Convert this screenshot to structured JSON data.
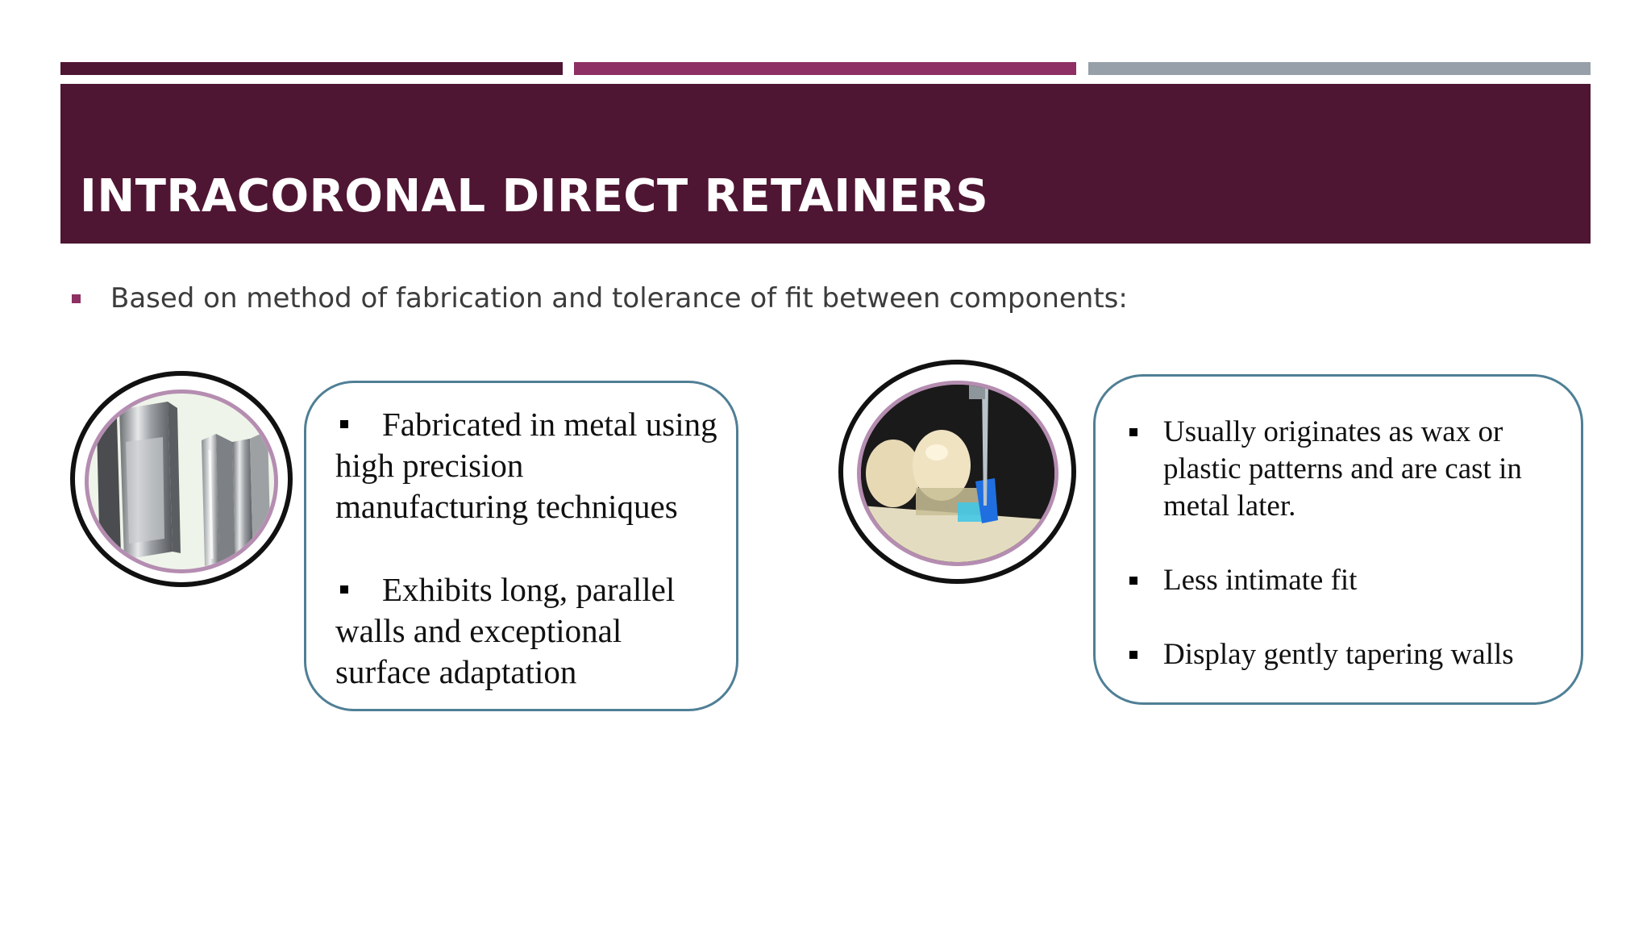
{
  "slide": {
    "title": "INTRACORONAL DIRECT RETAINERS",
    "intro": "Based on method of fabrication and tolerance of fit between components:"
  },
  "left_card": {
    "image": "precision-metal-attachment-photo",
    "items": [
      "Fabricated in metal using high precision manufacturing techniques",
      "Exhibits long, parallel walls and exceptional surface adaptation"
    ]
  },
  "right_card": {
    "image": "wax-pattern-on-dental-model-photo",
    "items": [
      "Usually originates as wax or plastic patterns and are cast in metal later.",
      "Less intimate fit",
      "Display gently tapering walls"
    ]
  },
  "colors": {
    "accent_dark": "#4f1633",
    "accent_magenta": "#8e3064",
    "accent_gray": "#97a0a8",
    "card_border": "#4f7f95"
  }
}
